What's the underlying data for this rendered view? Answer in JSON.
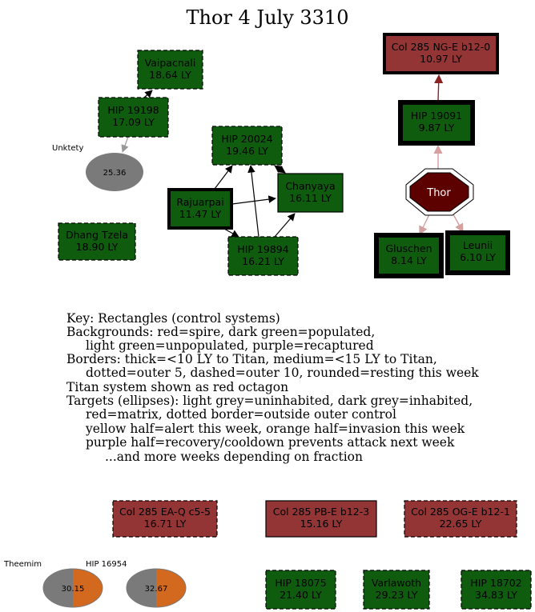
{
  "title": "Thor 4 July 3310",
  "colors": {
    "populated": "#0f5c0f",
    "spire": "#943535",
    "titan": "#5c0000",
    "inhabited_target": "#7a7a7a",
    "invasion_half": "#d2691e",
    "edge_dark": "#000000",
    "edge_grey": "#999999",
    "edge_red": "#8b2323",
    "edge_pink": "#d4a0a0"
  },
  "nodes": {
    "vaipacnali": {
      "name": "Vaipacnali",
      "dist": "18.64 LY"
    },
    "hip19198": {
      "name": "HIP 19198",
      "dist": "17.09 LY"
    },
    "hip20024": {
      "name": "HIP 20024",
      "dist": "19.46 LY"
    },
    "rajuarpai": {
      "name": "Rajuarpai",
      "dist": "11.47 LY"
    },
    "chanyaya": {
      "name": "Chanyaya",
      "dist": "16.11 LY"
    },
    "hip19894": {
      "name": "HIP 19894",
      "dist": "16.21 LY"
    },
    "dhangtzela": {
      "name": "Dhang Tzela",
      "dist": "18.90 LY"
    },
    "col285ng": {
      "name": "Col 285 NG-E b12-0",
      "dist": "10.97 LY"
    },
    "hip19091": {
      "name": "HIP 19091",
      "dist": "9.87 LY"
    },
    "thor": {
      "name": "Thor"
    },
    "gluschen": {
      "name": "Gluschen",
      "dist": "8.14 LY"
    },
    "leunii": {
      "name": "Leunii",
      "dist": "6.10 LY"
    },
    "col285ea": {
      "name": "Col 285 EA-Q c5-5",
      "dist": "16.71 LY"
    },
    "col285pb": {
      "name": "Col 285 PB-E b12-3",
      "dist": "15.16 LY"
    },
    "col285og": {
      "name": "Col 285 OG-E b12-1",
      "dist": "22.65 LY"
    },
    "hip18075": {
      "name": "HIP 18075",
      "dist": "21.40 LY"
    },
    "varlawoth": {
      "name": "Varlawoth",
      "dist": "29.23 LY"
    },
    "hip18702": {
      "name": "HIP 18702",
      "dist": "34.83 LY"
    }
  },
  "targets": {
    "unktety": {
      "label": "Unktety",
      "value": "25.36"
    },
    "theemim": {
      "label": "Theemim",
      "value": "30.15"
    },
    "hip16954": {
      "label": "HIP 16954",
      "value": "32.67"
    }
  },
  "key": [
    {
      "text": "Key: Rectangles (control systems)",
      "indent": 0
    },
    {
      "text": "Backgrounds: red=spire, dark green=populated,",
      "indent": 0
    },
    {
      "text": "light green=unpopulated, purple=recaptured",
      "indent": 1
    },
    {
      "text": "Borders: thick=<10 LY to Titan, medium=<15 LY to Titan,",
      "indent": 0
    },
    {
      "text": "dotted=outer 5, dashed=outer 10, rounded=resting this week",
      "indent": 1
    },
    {
      "text": "Titan system shown as red octagon",
      "indent": 0
    },
    {
      "text": "Targets (ellipses): light grey=uninhabited, dark grey=inhabited,",
      "indent": 0
    },
    {
      "text": "red=matrix, dotted border=outside outer control",
      "indent": 1
    },
    {
      "text": "yellow half=alert this week, orange half=invasion this week",
      "indent": 1
    },
    {
      "text": "purple half=recovery/cooldown prevents attack next week",
      "indent": 1
    },
    {
      "text": "...and more weeks depending on fraction",
      "indent": 2
    }
  ]
}
